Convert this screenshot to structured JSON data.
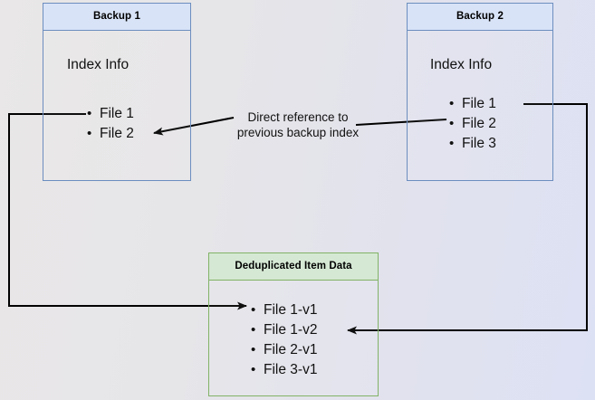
{
  "diagram": {
    "title_hidden": "",
    "colors": {
      "blue_border": "#6c8ebf",
      "blue_header_fill": "#d8e3f7",
      "green_border": "#82b366",
      "green_header_fill": "#d5e8d4",
      "line": "#000000",
      "background_left": "#e9e7e7",
      "background_right": "#dde1f4"
    }
  },
  "backup1": {
    "header": "Backup 1",
    "index_label": "Index Info",
    "files": [
      "File 1",
      "File 2"
    ]
  },
  "backup2": {
    "header": "Backup 2",
    "index_label": "Index Info",
    "files": [
      "File 1",
      "File 2",
      "File 3"
    ]
  },
  "dedup": {
    "header": "Deduplicated Item Data",
    "items": [
      "File 1-v1",
      "File 1-v2",
      "File 2-v1",
      "File 3-v1"
    ]
  },
  "center_label": {
    "line1": "Direct reference to",
    "line2": "previous backup index"
  }
}
